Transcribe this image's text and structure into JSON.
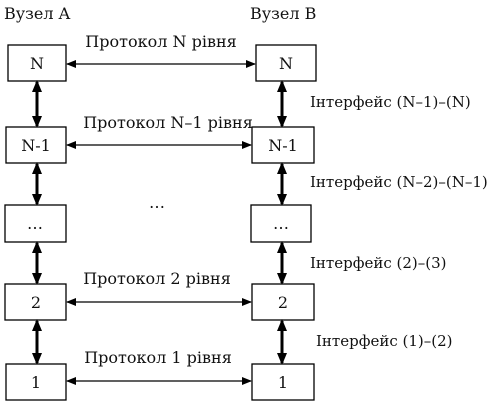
{
  "nodes": {
    "a_title": "Вузел A",
    "b_title": "Вузел B"
  },
  "levels": [
    {
      "label": "N",
      "protocol": "Протокол N рівня"
    },
    {
      "label": "N-1",
      "protocol": "Протокол N–1 рівня"
    },
    {
      "label": "…",
      "protocol": "…"
    },
    {
      "label": "2",
      "protocol": "Протокол 2 рівня"
    },
    {
      "label": "1",
      "protocol": "Протокол 1 рівня"
    }
  ],
  "interfaces": [
    "Інтерфейс (N–1)–(N)",
    "Інтерфейс (N–2)–(N–1)",
    "Інтерфейс (2)–(3)",
    "Інтерфейс (1)–(2)"
  ]
}
